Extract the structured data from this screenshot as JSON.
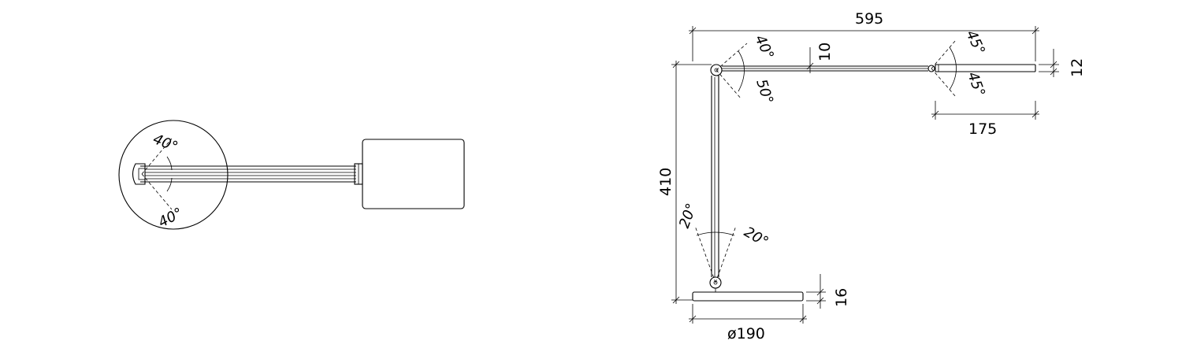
{
  "top_view": {
    "angle_top": "40°",
    "angle_bottom": "40°"
  },
  "side_view": {
    "total_length": "595",
    "height": "410",
    "base_thickness": "16",
    "base_diameter": "ø190",
    "head_length": "175",
    "head_thickness": "12",
    "arm_thickness": "10",
    "angle_elbow_up": "40°",
    "angle_elbow_down": "50°",
    "angle_head_up": "45°",
    "angle_head_down": "45°",
    "angle_base_left": "20°",
    "angle_base_right": "20°"
  }
}
